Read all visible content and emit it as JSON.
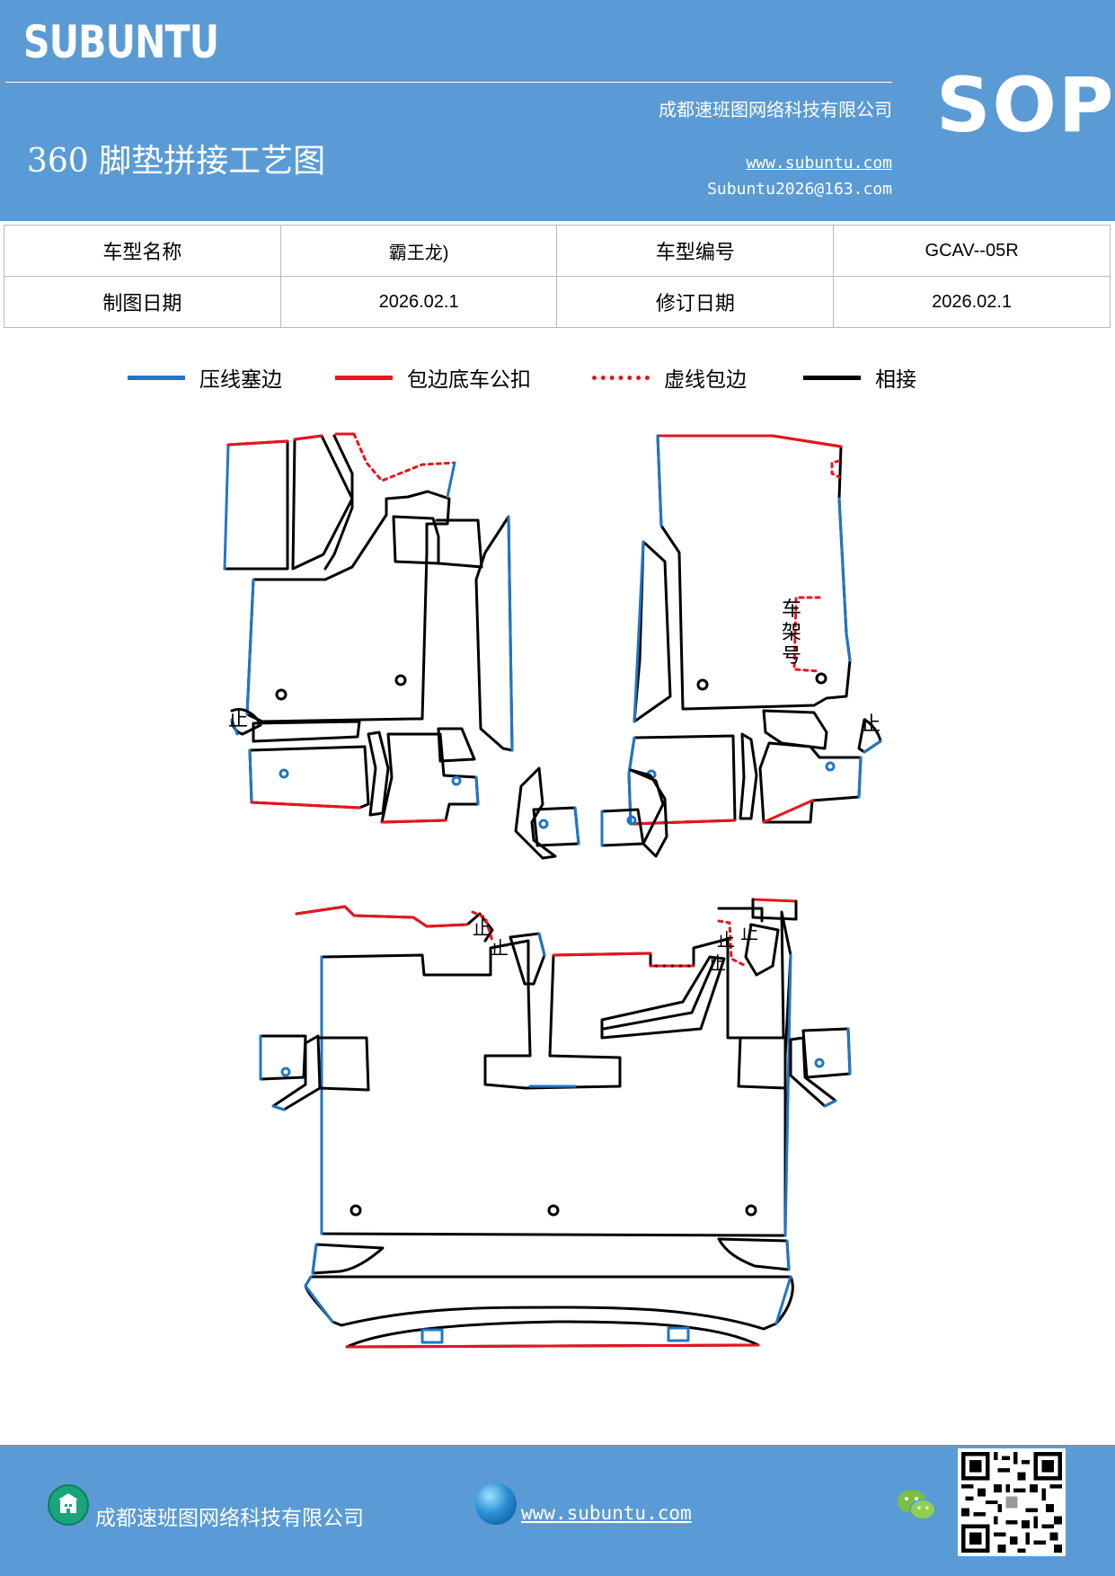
{
  "header": {
    "brand": "SUBUNTU",
    "company": "成都速班图网络科技有限公司",
    "title": "360 脚垫拼接工艺图",
    "website": "www.subuntu.com",
    "email": "Subuntu2026@163.com",
    "badge": "SOP"
  },
  "info_table": {
    "rows": [
      {
        "k1": "车型名称",
        "v1": "霸王龙)",
        "k2": "车型编号",
        "v2": "GCAV--05R"
      },
      {
        "k1": "制图日期",
        "v1": "2026.02.1",
        "k2": "修订日期",
        "v2": "2026.02.1"
      }
    ]
  },
  "legend": [
    {
      "label": "压线塞边",
      "color": "#1f77c4",
      "style": "solid"
    },
    {
      "label": "包边底车公扣",
      "color": "#e8151b",
      "style": "solid"
    },
    {
      "label": "虚线包边",
      "color": "#e8151b",
      "style": "dotted"
    },
    {
      "label": "相接",
      "color": "#000000",
      "style": "solid"
    }
  ],
  "drawing": {
    "stop_mark": "止",
    "frame_label": [
      "车",
      "架",
      "号"
    ],
    "colors": {
      "pressed": "#1f77c4",
      "edge": "#e8151b",
      "joint": "#000000"
    }
  },
  "footer": {
    "company": "成都速班图网络科技有限公司",
    "website": "www.subuntu.com",
    "icons": [
      "building-icon",
      "globe-icon",
      "wechat-icon",
      "qr-code"
    ]
  }
}
